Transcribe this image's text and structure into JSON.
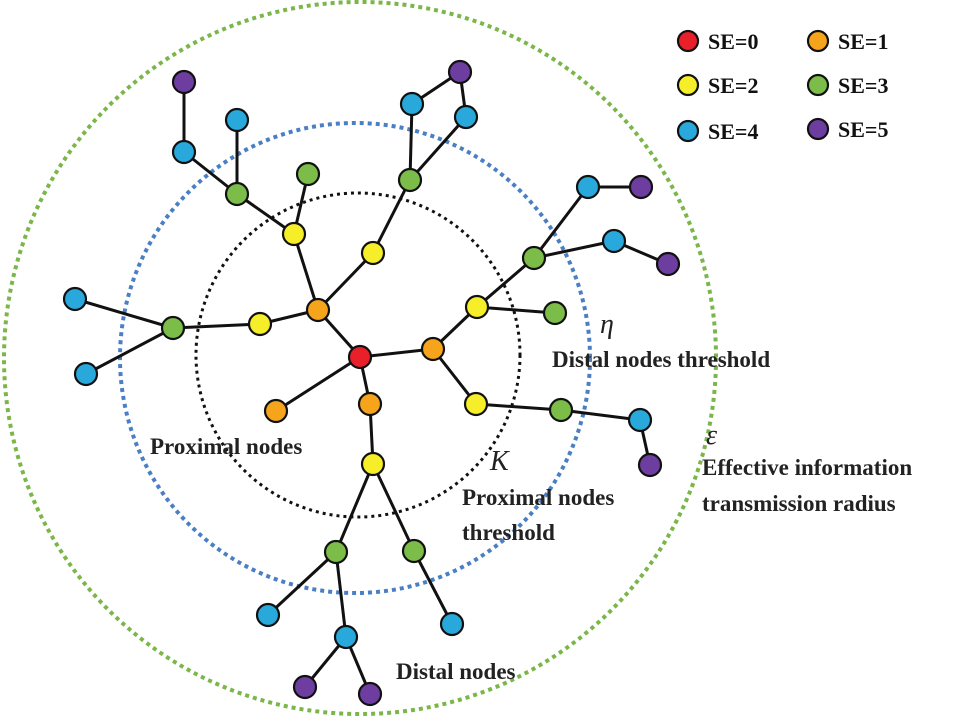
{
  "colors": {
    "se0": "#e8202a",
    "se1": "#f5a41c",
    "se2": "#f7ee2a",
    "se3": "#7cbd4a",
    "se4": "#29a8dc",
    "se5": "#6d3ea0",
    "ring_proximal": "#111111",
    "ring_distal": "#4b7fc4",
    "ring_effective": "#7ab648"
  },
  "legend": [
    {
      "label": "SE=0",
      "level": 0
    },
    {
      "label": "SE=1",
      "level": 1
    },
    {
      "label": "SE=2",
      "level": 2
    },
    {
      "label": "SE=3",
      "level": 3
    },
    {
      "label": "SE=4",
      "level": 4
    },
    {
      "label": "SE=5",
      "level": 5
    }
  ],
  "labels": {
    "eta": "η",
    "distal_threshold": "Distal nodes threshold",
    "epsilon": "ε",
    "effective_radius_line1": "Effective information",
    "effective_radius_line2": "transmission radius",
    "proximal_nodes": "Proximal nodes",
    "kappa": "K",
    "proximal_threshold_line1": "Proximal nodes",
    "proximal_threshold_line2": "threshold",
    "distal_nodes": "Distal nodes"
  }
}
